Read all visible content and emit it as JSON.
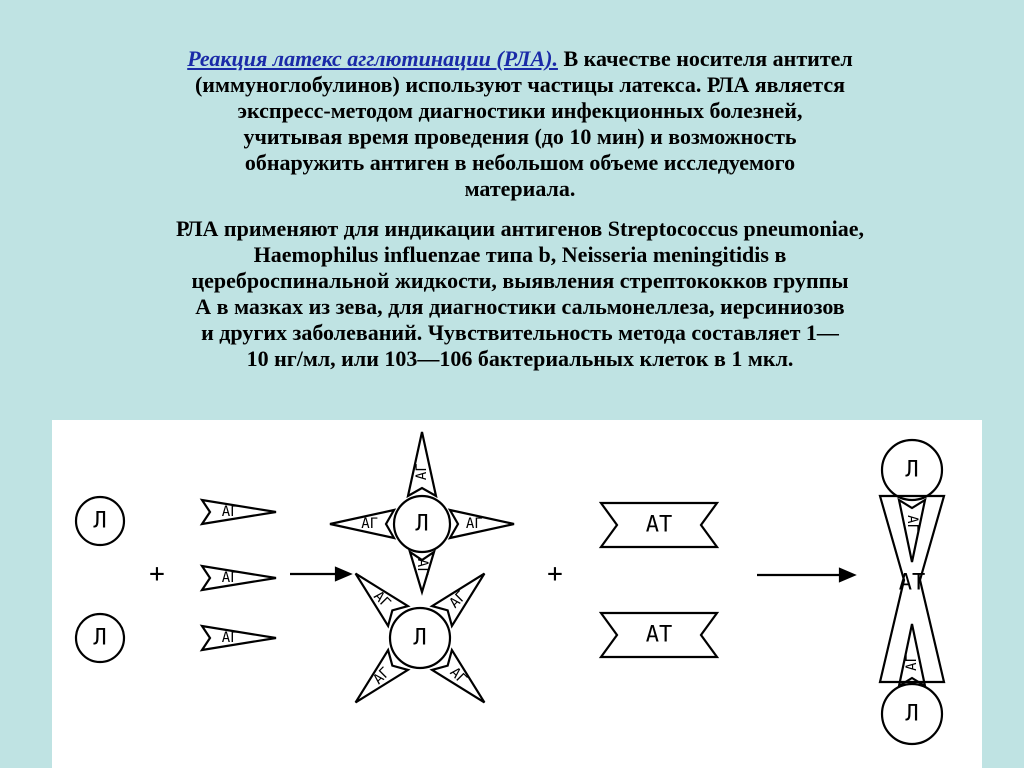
{
  "text": {
    "p1_lead": "Реакция латекс агглютинации (РЛА).",
    "p1_line1_rest": " В качестве носителя антител",
    "p1_line2": "(иммуноглобулинов) используют частицы латекса. РЛА является",
    "p1_line3": "экспресс-методом диагностики инфекционных болезней,",
    "p1_line4": "учитывая время проведения (до 10 мин) и возможность",
    "p1_line5": "обнаружить антиген в небольшом объеме исследуемого",
    "p1_line6": "материала.",
    "p2_line1": "РЛА применяют для индикации антигенов Streptococcus pneumoniae,",
    "p2_line2": "Haemophilus influenzae типа b, Neisseria meningitidis в",
    "p2_line3": "цереброспинальной жидкости, выявления стрептококков группы",
    "p2_line4": "А в мазках из зева, для диагностики сальмонеллеза, иерсиниозов",
    "p2_line5": "и других заболеваний. Чувствительность метода составляет 1—",
    "p2_line6": "10 нг/мл, или 103—106 бактериальных клеток в 1 мкл."
  },
  "diagram": {
    "latex_label": "Л",
    "antigen_label": "АГ",
    "antibody_label": "АТ",
    "plus": "+"
  },
  "colors": {
    "background": "#bfe3e3",
    "lead_text": "#1a2aa8",
    "panel": "#ffffff",
    "ink": "#000000"
  }
}
